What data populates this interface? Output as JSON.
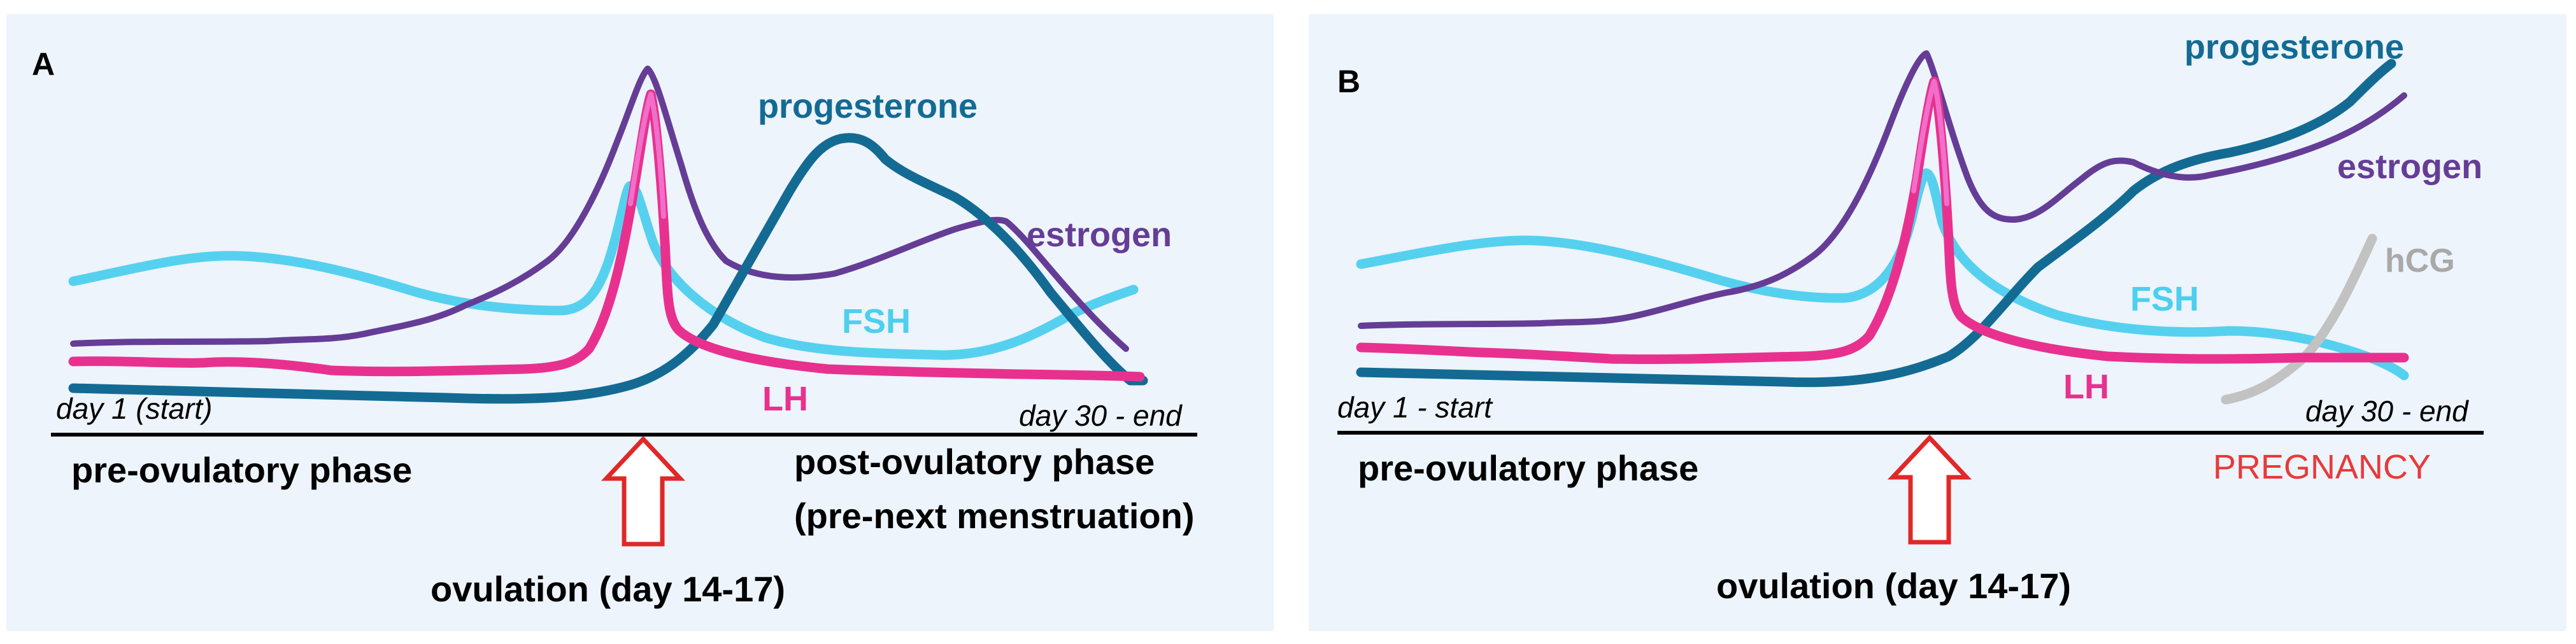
{
  "panel_a": {
    "letter": "A",
    "day_start": "day 1 (start)",
    "day_end": "day 30 - end",
    "phase_left": "pre-ovulatory phase",
    "phase_right_line1": "post-ovulatory phase",
    "phase_right_line2": "(pre-next menstruation)",
    "ovulation": "ovulation (day 14-17)",
    "hormones": {
      "progesterone": "progesterone",
      "estrogen": "estrogen",
      "fsh": "FSH",
      "lh": "LH"
    }
  },
  "panel_b": {
    "letter": "B",
    "day_start": "day 1 - start",
    "day_end": "day 30 - end",
    "phase_left": "pre-ovulatory phase",
    "phase_right": "PREGNANCY",
    "ovulation": "ovulation (day 14-17)",
    "hormones": {
      "progesterone": "progesterone",
      "estrogen": "estrogen",
      "fsh": "FSH",
      "lh": "LH",
      "hcg": "hCG"
    }
  },
  "colors": {
    "progesterone": "#136b94",
    "estrogen": "#653d96",
    "fsh": "#4dcfee",
    "lh": "#e8318f",
    "lh_light": "#f275d0",
    "hcg": "#c2c2c2",
    "arrow": "#e02828",
    "pregnancy": "#e8393a",
    "axis": "#000000"
  }
}
